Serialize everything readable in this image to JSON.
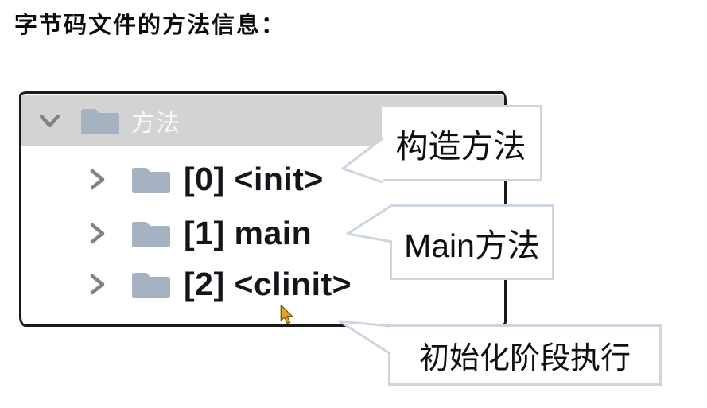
{
  "page": {
    "title": "字节码文件的方法信息："
  },
  "tree": {
    "root": {
      "label": "方法",
      "state": "expanded",
      "selected": true
    },
    "items": [
      {
        "label": "[0] <init>",
        "state": "collapsed"
      },
      {
        "label": "[1] main",
        "state": "collapsed"
      },
      {
        "label": "[2] <clinit>",
        "state": "collapsed"
      }
    ]
  },
  "callouts": [
    {
      "label": "构造方法"
    },
    {
      "label": "Main方法"
    },
    {
      "label": "初始化阶段执行"
    }
  ],
  "icons": {
    "root_chevron": "chevron-down-icon",
    "item_chevron": "chevron-right-icon",
    "node": "folder-icon",
    "pointer": "mouse-cursor-icon"
  },
  "colors": {
    "panel_border": "#191919",
    "selected_row_bg": "#d3d3d4",
    "folder": "#a5b2c2",
    "chevron": "#828282",
    "item_text": "#15161c",
    "selected_text": "#f8f8f8",
    "callout_border": "#ccd5e0",
    "callout_text": "#0f0f0f",
    "cursor": "#e2a42c",
    "title_text": "#0c0c0c"
  }
}
